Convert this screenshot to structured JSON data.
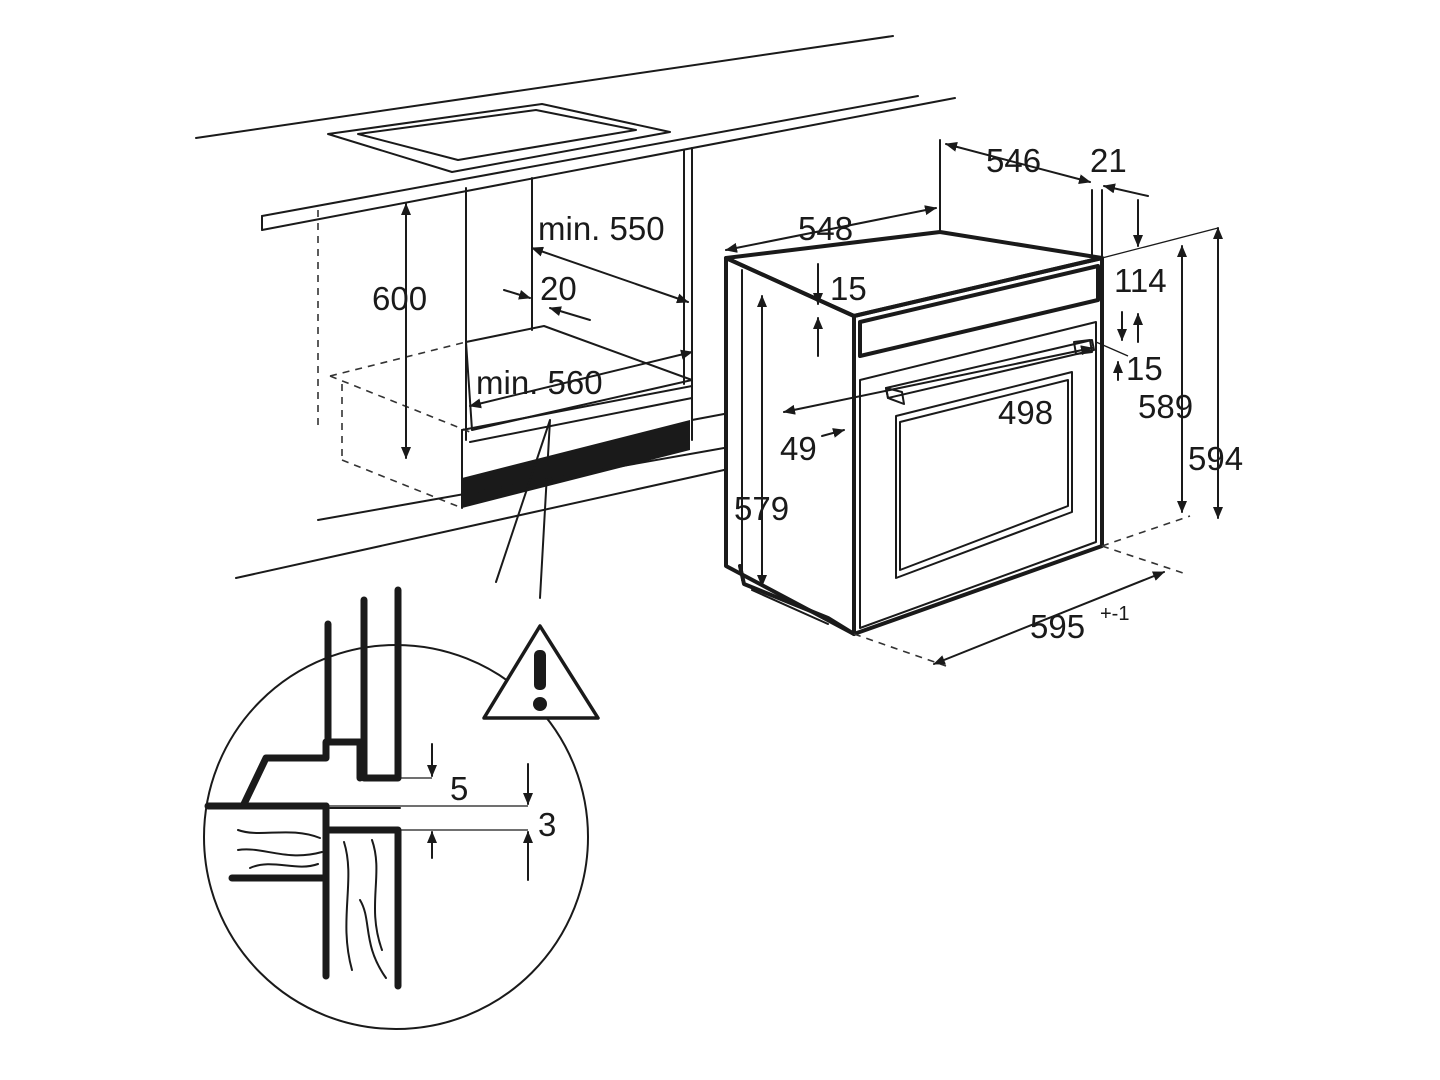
{
  "dimensions": {
    "cabinet_height": "600",
    "cabinet_depth_min": "min. 550",
    "cabinet_gap": "20",
    "cabinet_width_min": "min. 560",
    "oven_depth_top": "546",
    "oven_front_thickness": "21",
    "oven_body_depth": "548",
    "oven_side_offset": "15",
    "oven_control_panel": "114",
    "oven_handle_gap": "15",
    "oven_height_body": "589",
    "oven_height_total": "594",
    "oven_handle_width": "498",
    "oven_handle_offset": "49",
    "oven_side_height": "579",
    "oven_width": "595",
    "oven_width_tolerance": "+-1",
    "detail_gap_top": "5",
    "detail_gap_bottom": "3"
  },
  "icons": {
    "warning": "warning-triangle-icon"
  },
  "colors": {
    "line": "#1a1a1a",
    "background": "#ffffff"
  }
}
